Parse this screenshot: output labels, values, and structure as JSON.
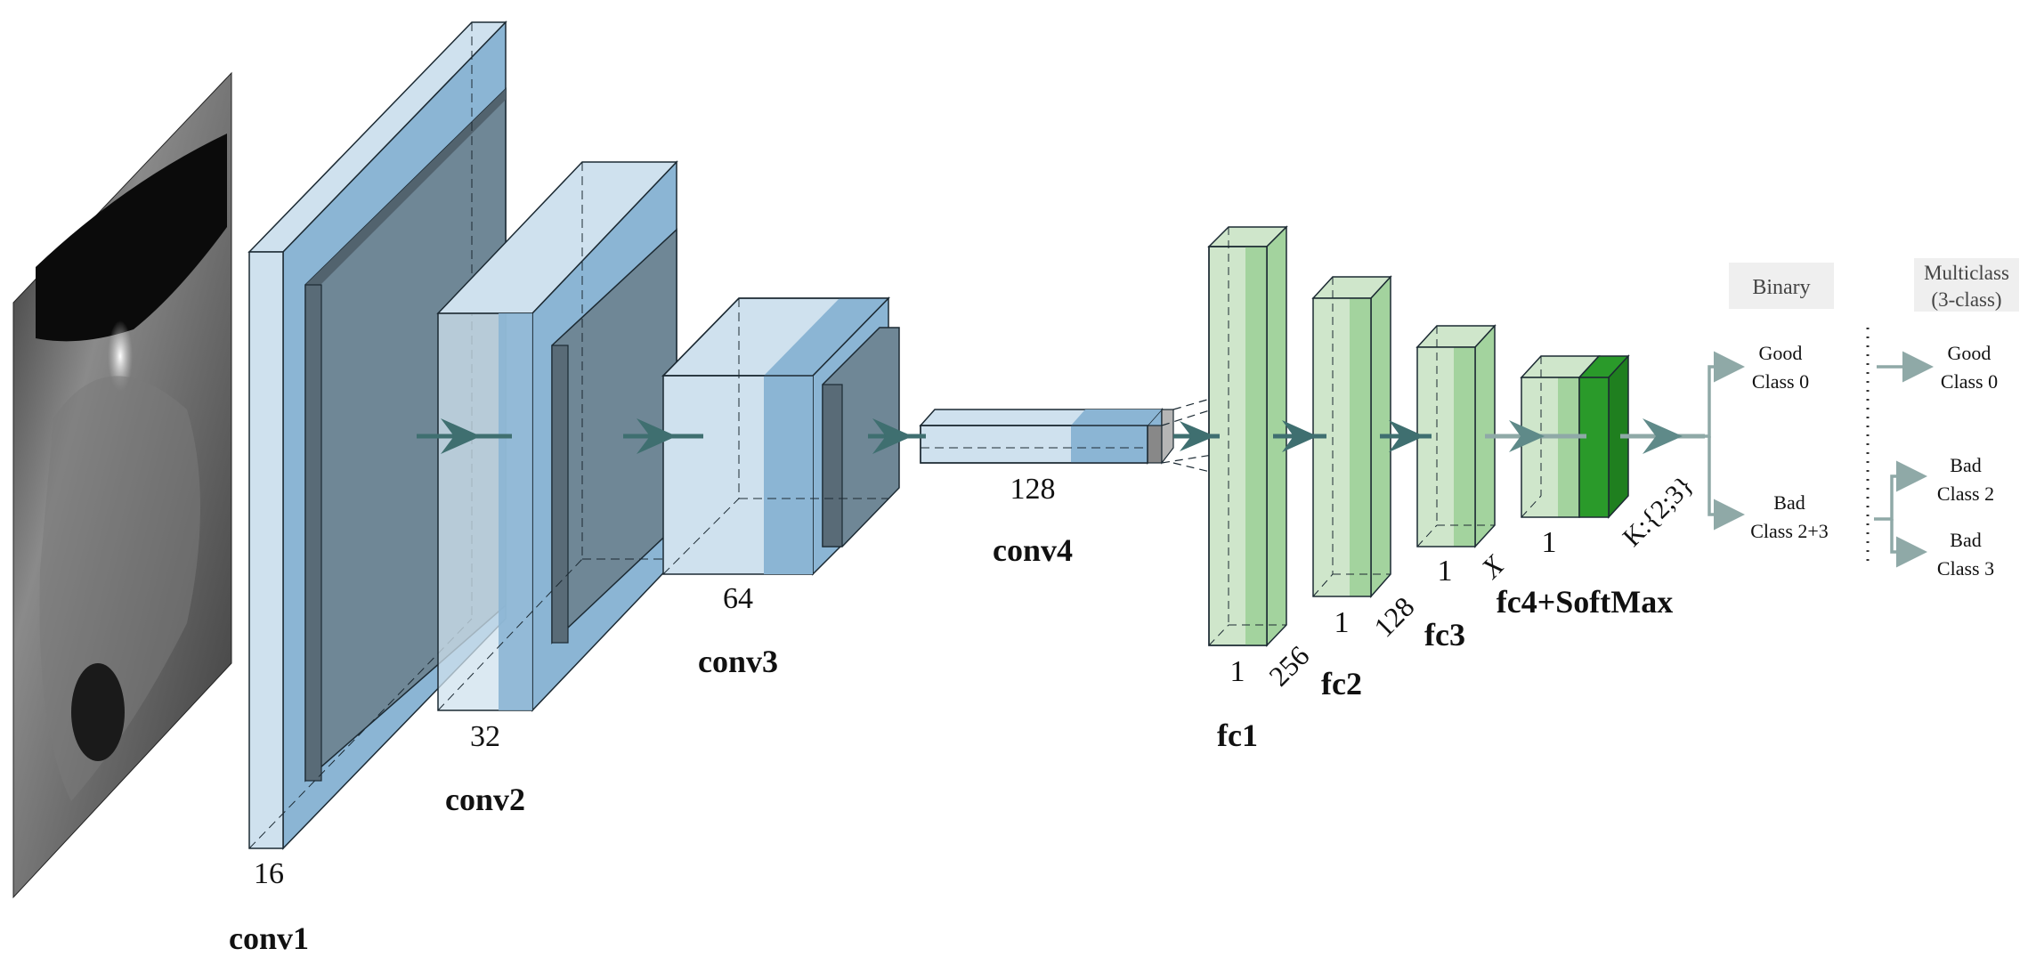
{
  "diagram": {
    "layers": {
      "conv1": {
        "name": "conv1",
        "depth": "16"
      },
      "conv2": {
        "name": "conv2",
        "depth": "32"
      },
      "conv3": {
        "name": "conv3",
        "depth": "64"
      },
      "conv4": {
        "name": "conv4",
        "depth": "128"
      },
      "fc1": {
        "name": "fc1",
        "width": "1",
        "units": "256"
      },
      "fc2": {
        "name": "fc2",
        "width": "1",
        "units": "128"
      },
      "fc3": {
        "name": "fc3",
        "width": "1",
        "units": "X"
      },
      "fc4": {
        "name": "fc4+SoftMax",
        "width": "1",
        "units": "K:{2;3}"
      }
    },
    "outputs": {
      "binary_header": "Binary",
      "multiclass_header_line1": "Multiclass",
      "multiclass_header_line2": "(3-class)",
      "binary_good_line1": "Good",
      "binary_good_line2": "Class 0",
      "binary_bad_line1": "Bad",
      "binary_bad_line2": "Class 2+3",
      "multi_good_line1": "Good",
      "multi_good_line2": "Class 0",
      "multi_bad2_line1": "Bad",
      "multi_bad2_line2": "Class 2",
      "multi_bad3_line1": "Bad",
      "multi_bad3_line2": "Class 3"
    },
    "colors": {
      "conv_light": "#cfe1ee",
      "conv_mid": "#8bb5d4",
      "conv_dark": "#6f8796",
      "fc_light": "#cfe6cb",
      "fc_mid": "#a3d39e",
      "softmax": "#2a9a2a",
      "arrow": "#3f6f70",
      "out_arrow": "#8fa9a7"
    }
  }
}
